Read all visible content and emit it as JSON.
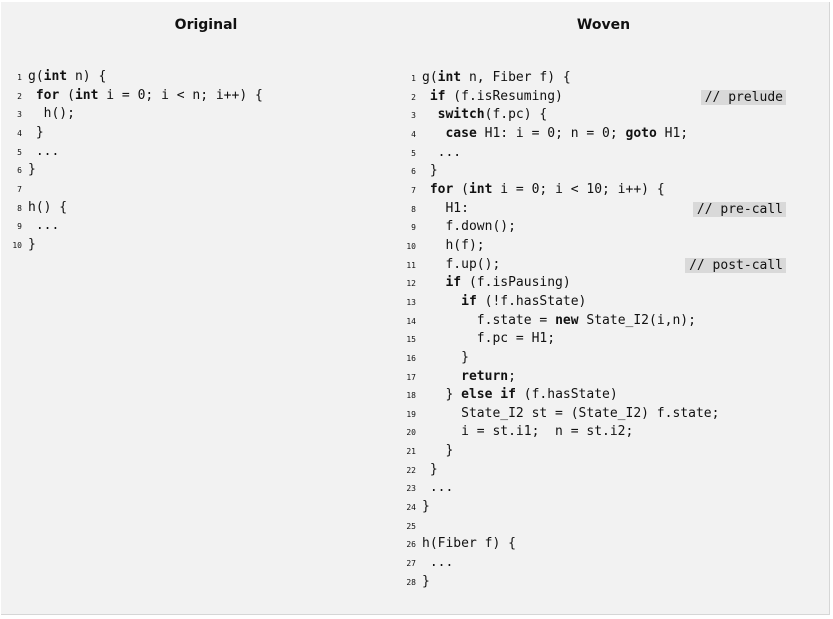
{
  "headers": {
    "original": "Original",
    "woven": "Woven"
  },
  "original": {
    "lines": [
      {
        "n": "1",
        "indent": "",
        "parts": [
          {
            "t": "g("
          },
          {
            "t": "int",
            "kw": true
          },
          {
            "t": " n) {"
          }
        ]
      },
      {
        "n": "2",
        "indent": " ",
        "parts": [
          {
            "t": "for",
            "kw": true
          },
          {
            "t": " ("
          },
          {
            "t": "int",
            "kw": true
          },
          {
            "t": " i = 0; i < n; i++) {"
          }
        ]
      },
      {
        "n": "3",
        "indent": "  ",
        "parts": [
          {
            "t": "h();"
          }
        ]
      },
      {
        "n": "4",
        "indent": " ",
        "parts": [
          {
            "t": "}"
          }
        ]
      },
      {
        "n": "5",
        "indent": " ",
        "parts": [
          {
            "t": "..."
          }
        ]
      },
      {
        "n": "6",
        "indent": "",
        "parts": [
          {
            "t": "}"
          }
        ]
      },
      {
        "n": "7",
        "indent": "",
        "parts": []
      },
      {
        "n": "8",
        "indent": "",
        "parts": [
          {
            "t": "h() {"
          }
        ]
      },
      {
        "n": "9",
        "indent": " ",
        "parts": [
          {
            "t": "..."
          }
        ]
      },
      {
        "n": "10",
        "indent": "",
        "parts": [
          {
            "t": "}"
          }
        ]
      }
    ]
  },
  "woven": {
    "lines": [
      {
        "n": "1",
        "indent": "",
        "parts": [
          {
            "t": "g("
          },
          {
            "t": "int",
            "kw": true
          },
          {
            "t": " n, Fiber f) {"
          }
        ]
      },
      {
        "n": "2",
        "indent": " ",
        "parts": [
          {
            "t": "if",
            "kw": true
          },
          {
            "t": " (f.isResuming)"
          }
        ],
        "comment": "// prelude"
      },
      {
        "n": "3",
        "indent": "  ",
        "parts": [
          {
            "t": "switch",
            "kw": true
          },
          {
            "t": "(f.pc) {"
          }
        ]
      },
      {
        "n": "4",
        "indent": "   ",
        "parts": [
          {
            "t": "case",
            "kw": true
          },
          {
            "t": " H1: i = 0; n = 0; "
          },
          {
            "t": "goto",
            "kw": true
          },
          {
            "t": " H1;"
          }
        ]
      },
      {
        "n": "5",
        "indent": "  ",
        "parts": [
          {
            "t": "..."
          }
        ]
      },
      {
        "n": "6",
        "indent": " ",
        "parts": [
          {
            "t": "}"
          }
        ]
      },
      {
        "n": "7",
        "indent": " ",
        "parts": [
          {
            "t": "for",
            "kw": true
          },
          {
            "t": " ("
          },
          {
            "t": "int",
            "kw": true
          },
          {
            "t": " i = 0; i < 10; i++) {"
          }
        ]
      },
      {
        "n": "8",
        "indent": "   ",
        "parts": [
          {
            "t": "H1:"
          }
        ],
        "comment": "// pre-call"
      },
      {
        "n": "9",
        "indent": "   ",
        "parts": [
          {
            "t": "f.down();"
          }
        ]
      },
      {
        "n": "10",
        "indent": "   ",
        "parts": [
          {
            "t": "h(f);"
          }
        ]
      },
      {
        "n": "11",
        "indent": "   ",
        "parts": [
          {
            "t": "f.up();"
          }
        ],
        "comment": "// post-call"
      },
      {
        "n": "12",
        "indent": "   ",
        "parts": [
          {
            "t": "if",
            "kw": true
          },
          {
            "t": " (f.isPausing)"
          }
        ]
      },
      {
        "n": "13",
        "indent": "     ",
        "parts": [
          {
            "t": "if",
            "kw": true
          },
          {
            "t": " (!f.hasState)"
          }
        ]
      },
      {
        "n": "14",
        "indent": "       ",
        "parts": [
          {
            "t": "f.state = "
          },
          {
            "t": "new",
            "kw": true
          },
          {
            "t": " State_I2(i,n);"
          }
        ]
      },
      {
        "n": "15",
        "indent": "       ",
        "parts": [
          {
            "t": "f.pc = H1;"
          }
        ]
      },
      {
        "n": "16",
        "indent": "     ",
        "parts": [
          {
            "t": "}"
          }
        ]
      },
      {
        "n": "17",
        "indent": "     ",
        "parts": [
          {
            "t": "return",
            "kw": true
          },
          {
            "t": ";"
          }
        ]
      },
      {
        "n": "18",
        "indent": "   ",
        "parts": [
          {
            "t": "} "
          },
          {
            "t": "else if",
            "kw": true
          },
          {
            "t": " (f.hasState)"
          }
        ]
      },
      {
        "n": "19",
        "indent": "     ",
        "parts": [
          {
            "t": "State_I2 st = (State_I2) f.state;"
          }
        ]
      },
      {
        "n": "20",
        "indent": "     ",
        "parts": [
          {
            "t": "i = st.i1;  n = st.i2;"
          }
        ]
      },
      {
        "n": "21",
        "indent": "   ",
        "parts": [
          {
            "t": "}"
          }
        ]
      },
      {
        "n": "22",
        "indent": " ",
        "parts": [
          {
            "t": "}"
          }
        ]
      },
      {
        "n": "23",
        "indent": " ",
        "parts": [
          {
            "t": "..."
          }
        ]
      },
      {
        "n": "24",
        "indent": "",
        "parts": [
          {
            "t": "}"
          }
        ]
      },
      {
        "n": "25",
        "indent": "",
        "parts": []
      },
      {
        "n": "26",
        "indent": "",
        "parts": [
          {
            "t": "h(Fiber f) {"
          }
        ]
      },
      {
        "n": "27",
        "indent": " ",
        "parts": [
          {
            "t": "..."
          }
        ]
      },
      {
        "n": "28",
        "indent": "",
        "parts": [
          {
            "t": "}"
          }
        ]
      }
    ]
  }
}
